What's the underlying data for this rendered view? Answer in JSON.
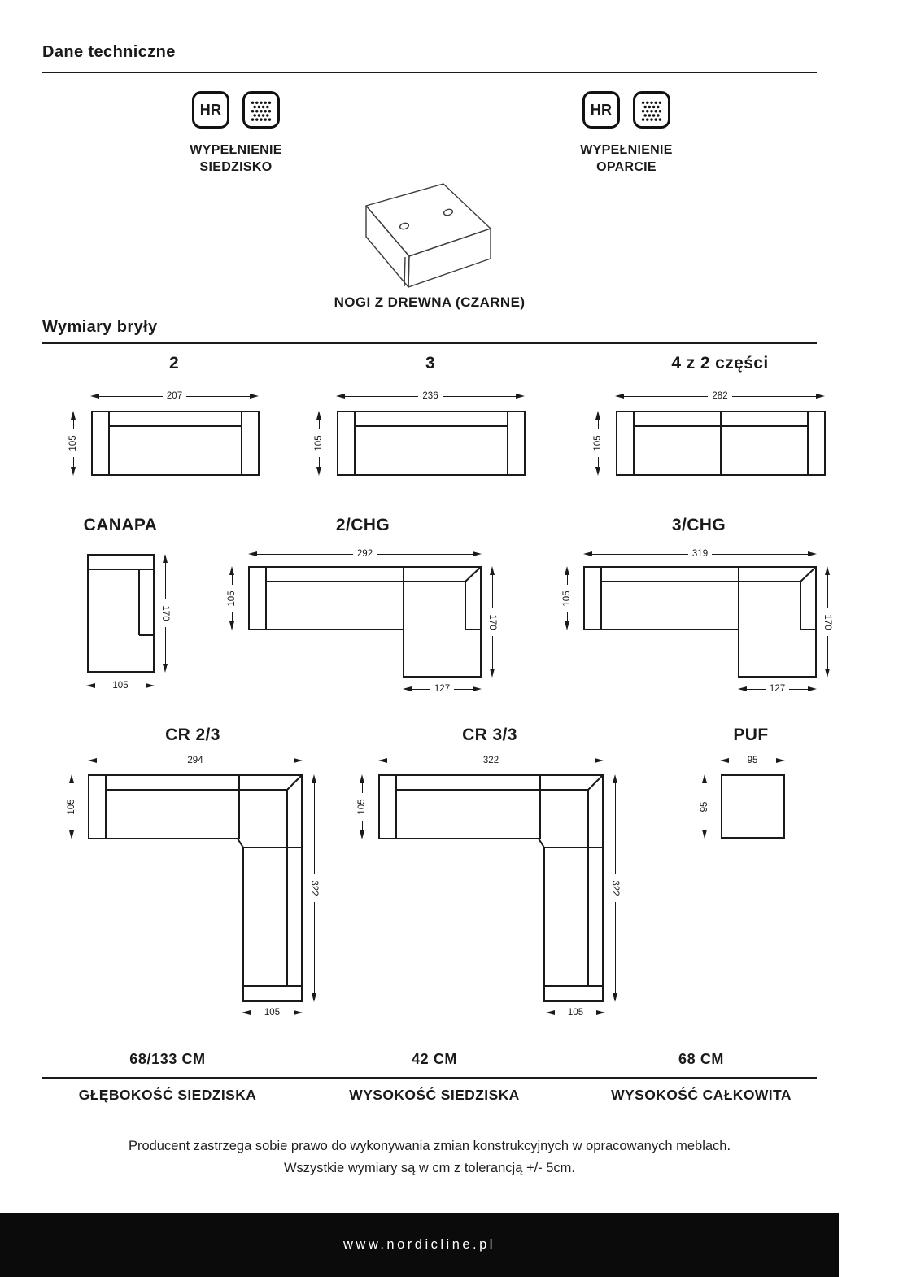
{
  "sections": {
    "technical": "Dane techniczne",
    "dimensions": "Wymiary bryły"
  },
  "fillings": [
    {
      "badge": "HR",
      "label_line1": "WYPEŁNIENIE",
      "label_line2": "SIEDZISKO"
    },
    {
      "badge": "HR",
      "label_line1": "WYPEŁNIENIE",
      "label_line2": "OPARCIE"
    }
  ],
  "legs_label": "NOGI Z DREWNA (CZARNE)",
  "diagrams": {
    "d2": {
      "title": "2",
      "width": "207",
      "height": "105"
    },
    "d3": {
      "title": "3",
      "width": "236",
      "height": "105"
    },
    "d4": {
      "title": "4 z 2 części",
      "width": "282",
      "height": "105"
    },
    "canapa": {
      "title": "CANAPA",
      "width": "105",
      "height": "170"
    },
    "chg2": {
      "title": "2/CHG",
      "width": "292",
      "height": "105",
      "depth": "170",
      "chaise": "127"
    },
    "chg3": {
      "title": "3/CHG",
      "width": "319",
      "height": "105",
      "depth": "170",
      "chaise": "127"
    },
    "cr23": {
      "title": "CR 2/3",
      "width": "294",
      "height": "105",
      "depth": "322",
      "arm": "105"
    },
    "cr33": {
      "title": "CR 3/3",
      "width": "322",
      "height": "105",
      "depth": "322",
      "arm": "105"
    },
    "puf": {
      "title": "PUF",
      "width": "95",
      "height": "95"
    }
  },
  "stats": [
    {
      "value": "68/133 CM",
      "label": "GŁĘBOKOŚĆ SIEDZISKA"
    },
    {
      "value": "42 CM",
      "label": "WYSOKOŚĆ SIEDZISKA"
    },
    {
      "value": "68 CM",
      "label": "WYSOKOŚĆ CAŁKOWITA"
    }
  ],
  "disclaimer_line1": "Producent zastrzega sobie prawo do wykonywania zmian konstrukcyjnych w opracowanych meblach.",
  "disclaimer_line2": "Wszystkie wymiary są w cm z tolerancją +/- 5cm.",
  "footer_url": "www.nordicline.pl",
  "colors": {
    "line": "#1a1a1a",
    "footer_bg": "#0b0b0b"
  }
}
